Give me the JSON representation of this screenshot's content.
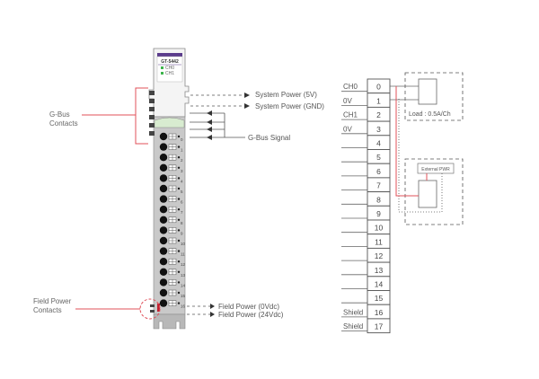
{
  "module": {
    "model": "GT-5442",
    "led_labels": [
      "CH0",
      "CH1"
    ],
    "channel_numbers": [
      "0",
      "1",
      "2",
      "3",
      "4",
      "5",
      "6",
      "7",
      "8",
      "9",
      "10",
      "11",
      "12",
      "13",
      "14",
      "15",
      "16"
    ]
  },
  "callouts": {
    "gbus_contacts": [
      "G-Bus",
      "Contacts"
    ],
    "field_power_contacts": [
      "Field Power",
      "Contacts"
    ]
  },
  "signals": {
    "system_power_5v": "System Power (5V)",
    "system_power_gnd": "System Power (GND)",
    "gbus_signal": "G-Bus Signal",
    "field_power_0v": "Field Power (0Vdc)",
    "field_power_24v": "Field Power (24Vdc)"
  },
  "wiring": {
    "terminals": [
      {
        "num": "0",
        "label": "CH0"
      },
      {
        "num": "1",
        "label": "0V"
      },
      {
        "num": "2",
        "label": "CH1"
      },
      {
        "num": "3",
        "label": "0V"
      },
      {
        "num": "4",
        "label": ""
      },
      {
        "num": "5",
        "label": ""
      },
      {
        "num": "6",
        "label": ""
      },
      {
        "num": "7",
        "label": ""
      },
      {
        "num": "8",
        "label": ""
      },
      {
        "num": "9",
        "label": ""
      },
      {
        "num": "10",
        "label": ""
      },
      {
        "num": "11",
        "label": ""
      },
      {
        "num": "12",
        "label": ""
      },
      {
        "num": "13",
        "label": ""
      },
      {
        "num": "14",
        "label": ""
      },
      {
        "num": "15",
        "label": ""
      },
      {
        "num": "16",
        "label": "Shield"
      },
      {
        "num": "17",
        "label": "Shield"
      }
    ],
    "load_label": "Load : 0.5A/Ch",
    "external_pwr_label": "External PWR"
  },
  "colors": {
    "callout_red": "#e0505a",
    "module_gray": "#c8c8c8",
    "module_purple": "#5b3c8c",
    "led_green": "#3cb44b",
    "line_gray": "#666666"
  }
}
